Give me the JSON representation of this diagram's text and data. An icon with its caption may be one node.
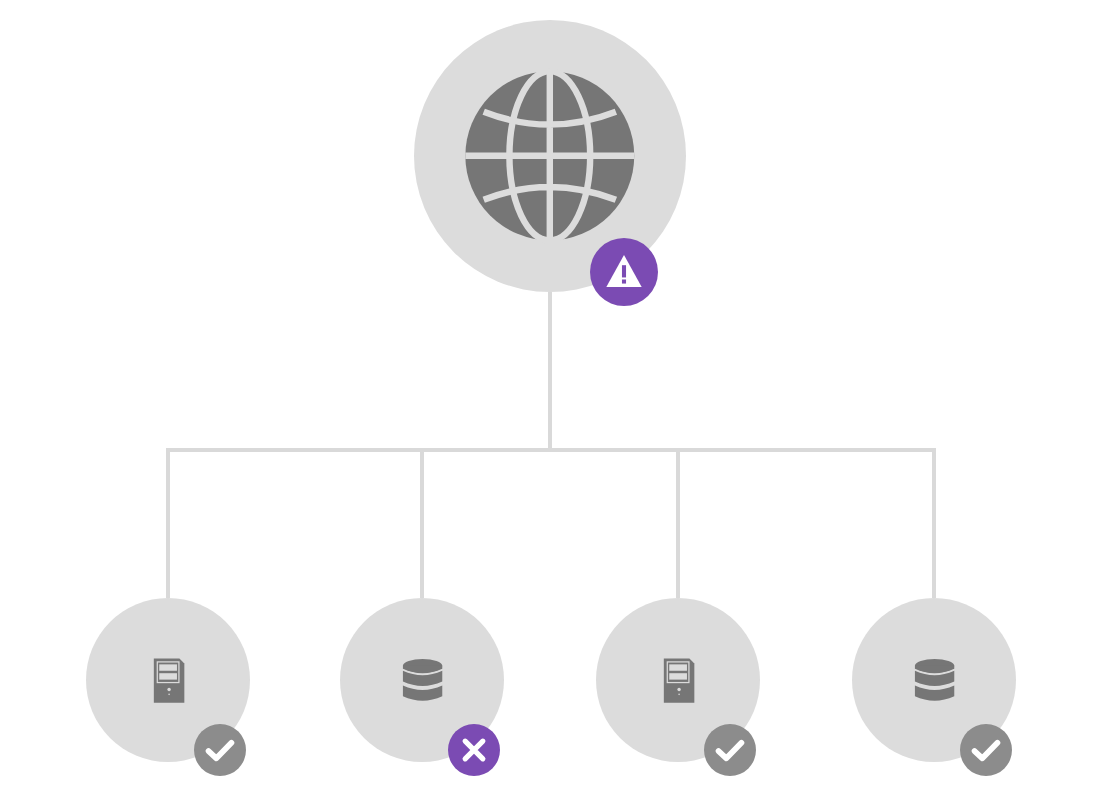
{
  "diagram": {
    "nodes": [
      {
        "text": [],
        "shape": "circle"
      },
      {
        "text": [],
        "shape": "circle"
      },
      {
        "text": [],
        "shape": "circle"
      },
      {
        "text": [],
        "shape": "circle"
      },
      {
        "text": [],
        "shape": "circle"
      }
    ],
    "edges": [
      {
        "from": 0,
        "to": 1,
        "arrow": "none"
      },
      {
        "from": 0,
        "to": 2,
        "arrow": "none"
      },
      {
        "from": 0,
        "to": 3,
        "arrow": "none"
      },
      {
        "from": 0,
        "to": 4,
        "arrow": "none"
      }
    ]
  }
}
